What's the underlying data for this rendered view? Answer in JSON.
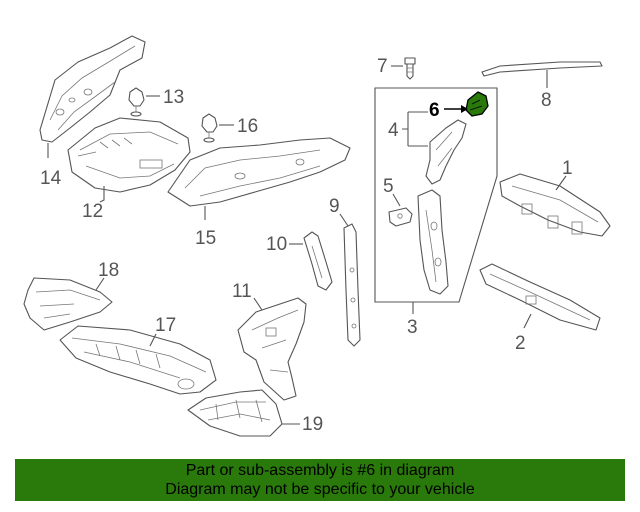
{
  "callouts": {
    "c1": "1",
    "c2": "2",
    "c3": "3",
    "c4": "4",
    "c5": "5",
    "c6": "6",
    "c7": "7",
    "c8": "8",
    "c9": "9",
    "c10": "10",
    "c11": "11",
    "c12": "12",
    "c13": "13",
    "c14": "14",
    "c15": "15",
    "c16": "16",
    "c17": "17",
    "c18": "18",
    "c19": "19"
  },
  "highlight": {
    "part_number": "6",
    "color": "#2a7a0b"
  },
  "banner": {
    "line1": "Part or sub-assembly is #6 in diagram",
    "line2": "Diagram may not be specific to your vehicle",
    "background": "#2a7a0b"
  }
}
